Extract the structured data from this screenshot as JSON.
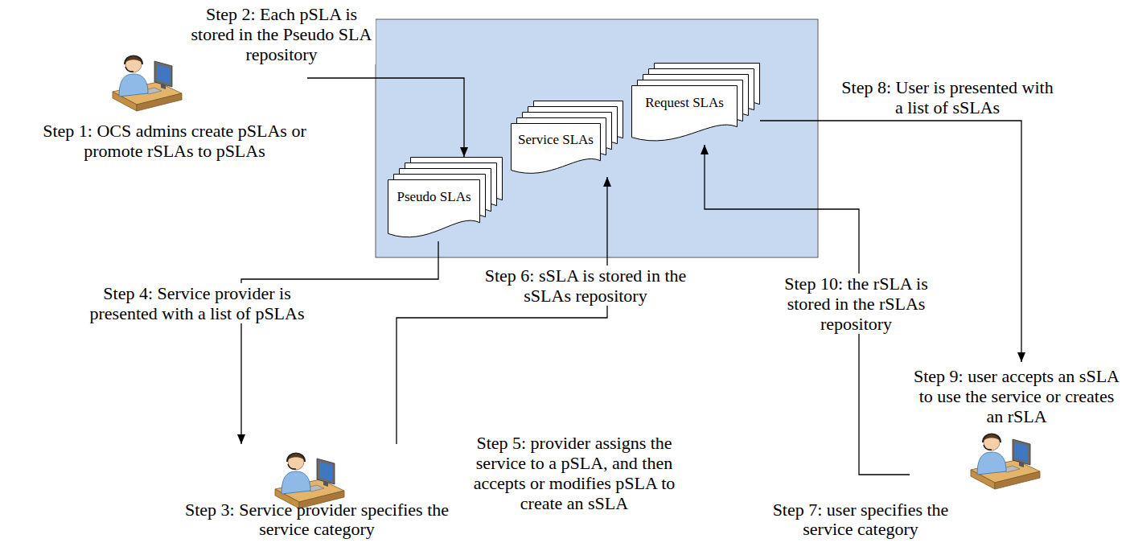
{
  "diagram": {
    "nodes": [
      {
        "text": [
          "Step 1: OCS admins create pSLAs or promote rSLAs to pSLAs"
        ]
      },
      {
        "text": [
          "Pseudo SLAs"
        ]
      },
      {
        "text": [
          "Service SLAs"
        ]
      },
      {
        "text": [
          "Request SLAs"
        ]
      },
      {
        "text": [
          "Step 3: Service provider specifies the service category"
        ]
      },
      {
        "text": [
          "Step 9: user accepts an sSLA to use the service or creates an rSLA"
        ]
      }
    ],
    "edges": [
      {
        "from": 0,
        "to": 1,
        "arrow": "to",
        "label": "Step 2: Each pSLA is stored in the Pseudo SLA repository"
      },
      {
        "from": 1,
        "to": 4,
        "arrow": "to",
        "label": "Step 4: Service provider is presented with a list of pSLAs"
      },
      {
        "from": 4,
        "to": 2,
        "arrow": "to",
        "label": "Step 6: sSLA is stored in the sSLAs repository"
      },
      {
        "from": 3,
        "to": 5,
        "arrow": "to",
        "label": "Step 8: User is presented with a list of sSLAs"
      },
      {
        "from": 5,
        "to": 3,
        "arrow": "to",
        "label": "Step 10: the rSLA is stored in the rSLAs repository"
      }
    ],
    "labels": [
      "Step 5: provider assigns the service to a pSLA, and then accepts or modifies pSLA to create an sSLA",
      "Step 7: user specifies the service category"
    ]
  }
}
